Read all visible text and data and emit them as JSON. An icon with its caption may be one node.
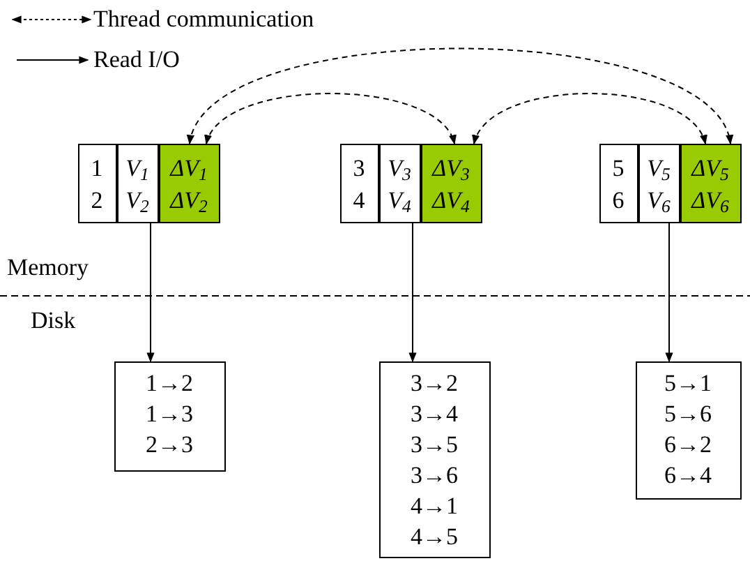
{
  "diagram": {
    "nodes": [
      {
        "text": [
          "1",
          "2"
        ]
      },
      {
        "text": [
          "V$_{1}$",
          "V$_{2}$"
        ]
      },
      {
        "text": [
          "ΔV$_{1}$",
          "ΔV$_{2}$"
        ]
      },
      {
        "text": [
          "3",
          "4"
        ]
      },
      {
        "text": [
          "V$_{3}$",
          "V$_{4}$"
        ]
      },
      {
        "text": [
          "ΔV$_{3}$",
          "ΔV$_{4}$"
        ]
      },
      {
        "text": [
          "5",
          "6"
        ]
      },
      {
        "text": [
          "V$_{5}$",
          "V$_{6}$"
        ]
      },
      {
        "text": [
          "ΔV$_{5}$",
          "ΔV$_{6}$"
        ]
      },
      {
        "text": [
          "1→2",
          "1→3",
          "2→3"
        ]
      },
      {
        "text": [
          "3→2",
          "3→4",
          "3→5",
          "3→6",
          "4→1",
          "4→5"
        ]
      },
      {
        "text": [
          "5→1",
          "5→6",
          "6→2",
          "6→4"
        ]
      }
    ],
    "edges": [
      {
        "from": 2,
        "to": 8,
        "arrow": "both",
        "style": "dashed"
      },
      {
        "from": 2,
        "to": 5,
        "arrow": "both",
        "style": "dashed"
      },
      {
        "from": 5,
        "to": 8,
        "arrow": "both",
        "style": "dashed"
      },
      {
        "from": 1,
        "to": 9,
        "arrow": "to"
      },
      {
        "from": 4,
        "to": 10,
        "arrow": "to"
      },
      {
        "from": 7,
        "to": 11,
        "arrow": "to"
      }
    ],
    "labels": [
      "Memory",
      "Disk"
    ],
    "legend": [
      {
        "text": "Thread communication"
      },
      {
        "text": "Read I/O"
      }
    ]
  }
}
